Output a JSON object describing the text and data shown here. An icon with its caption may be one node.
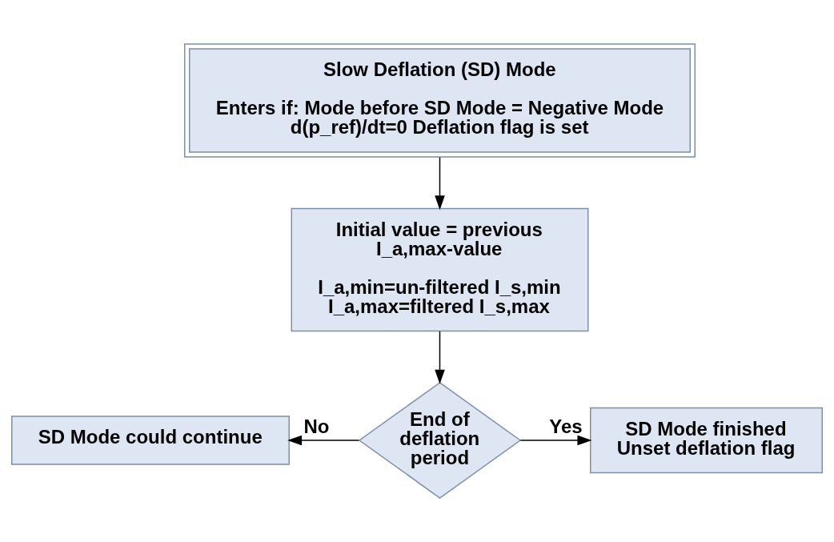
{
  "diagram": {
    "nodes": [
      {
        "text": [
          "Slow Deflation (SD) Mode",
          "Enters if: Mode before SD Mode = Negative Mode d(p_ref)/dt=0 Deflation flag is set"
        ]
      },
      {
        "text": [
          "Initial value = previous I_a,max-value",
          "I_a,min=un-filtered I_s,min I_a,max=filtered I_s,max"
        ]
      },
      {
        "text": [
          "End of deflation period"
        ]
      },
      {
        "text": [
          "SD Mode could continue"
        ]
      },
      {
        "text": [
          "SD Mode finished Unset deflation flag"
        ]
      }
    ],
    "edges": [
      {
        "from": 0,
        "to": 1,
        "arrow": "to"
      },
      {
        "from": 1,
        "to": 2,
        "arrow": "to"
      },
      {
        "from": 2,
        "to": 3,
        "arrow": "to",
        "label": "No"
      },
      {
        "from": 2,
        "to": 4,
        "arrow": "to",
        "label": "Yes"
      }
    ]
  }
}
